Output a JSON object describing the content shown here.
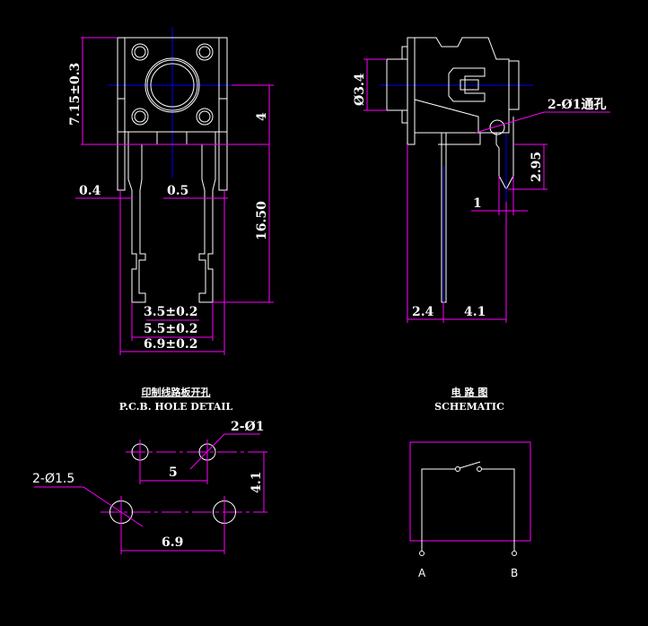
{
  "colors": {
    "background": "#000000",
    "outline": "#ffffff",
    "dimension": "#ff00ff",
    "centerline": "#0000ff"
  },
  "front_view": {
    "dims": {
      "height": "7.15±0.3",
      "button_center": "4",
      "pin_length": "16.50",
      "side_gap": "0.4",
      "pin_width": "0.5",
      "pin_inner": "3.5±0.2",
      "pin_outer": "5.5±0.2",
      "overall_width": "6.9±0.2"
    }
  },
  "side_view": {
    "dims": {
      "button_dia": "Ø3.4",
      "through_hole": "2-Ø1通孔",
      "tip_length": "2.95",
      "tip_width": "1",
      "offset_a": "2.4",
      "offset_b": "4.1"
    }
  },
  "pcb": {
    "title_cn": "印制线路板开孔",
    "title_en": "P.C.B. HOLE DETAIL",
    "dims": {
      "small_holes": "2-Ø1",
      "large_holes": "2-Ø1.5",
      "small_pitch": "5",
      "row_spacing": "4.1",
      "large_pitch": "6.9"
    }
  },
  "schematic": {
    "title_cn": "电 路 图",
    "title_en": "SCHEMATIC",
    "terminal_a": "A",
    "terminal_b": "B"
  }
}
